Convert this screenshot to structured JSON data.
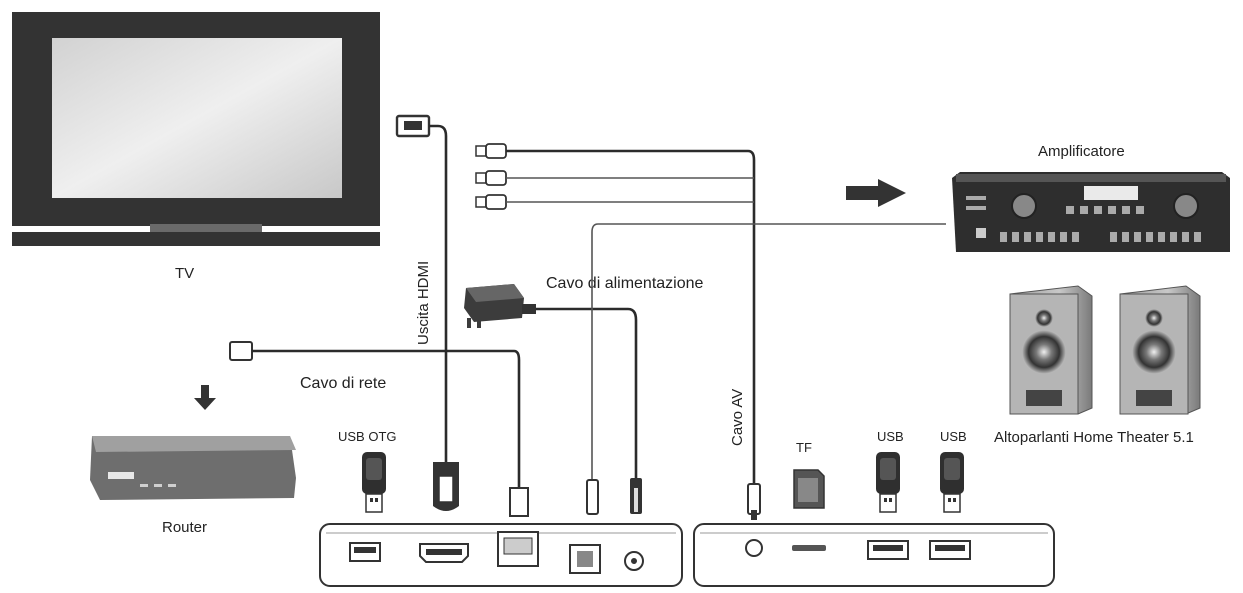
{
  "labels": {
    "tv": "TV",
    "router": "Router",
    "hdmi_output": "Uscita HDMI",
    "network_cable": "Cavo di rete",
    "power_cable": "Cavo di alimentazione",
    "av_cable": "Cavo AV",
    "amplifier": "Amplificatore",
    "speakers": "Altoparlanti Home Theater 5.1",
    "usb_otg": "USB  OTG",
    "tf": "TF",
    "usb_1": "USB",
    "usb_2": "USB"
  },
  "colors": {
    "device_dark": "#3a3a3a",
    "screen_light": "#e4e4e4",
    "wire": "#2b2b2b",
    "arrow": "#333333"
  }
}
